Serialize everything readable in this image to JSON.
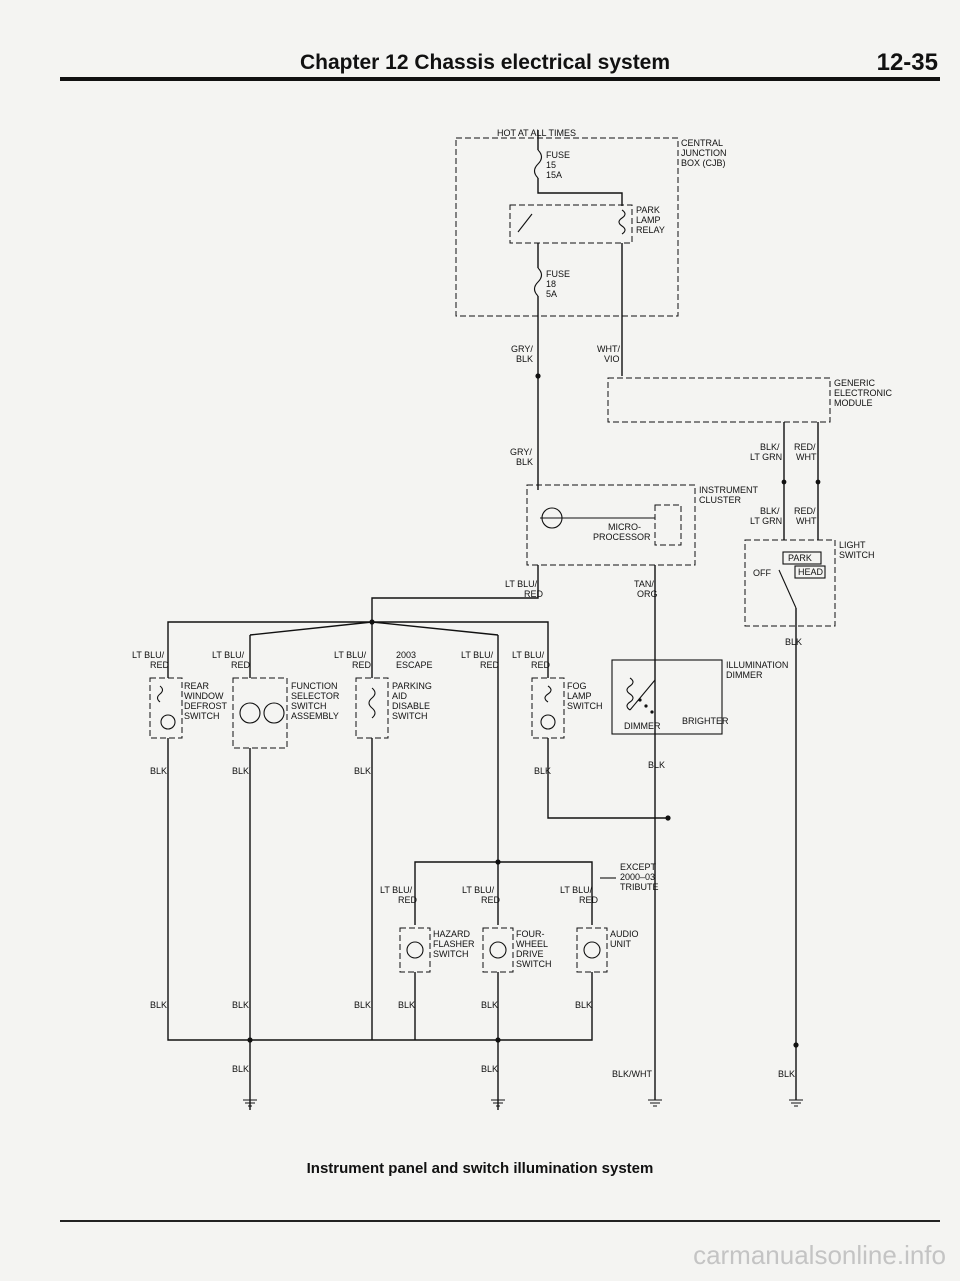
{
  "header": {
    "title": "Chapter 12  Chassis electrical system",
    "page": "12-35"
  },
  "caption": "Instrument panel and switch illumination system",
  "watermark": "carmanualsonline.info",
  "labels": {
    "hot_at_all_times": "HOT AT ALL TIMES",
    "cjb": [
      "CENTRAL",
      "JUNCTION",
      "BOX (CJB)"
    ],
    "fuse15": [
      "FUSE",
      "15",
      "15A"
    ],
    "park_relay": [
      "PARK",
      "LAMP",
      "RELAY"
    ],
    "fuse18": [
      "FUSE",
      "18",
      "5A"
    ],
    "gry_blk_1": [
      "GRY/",
      "BLK"
    ],
    "wht_vio": [
      "WHT/",
      "VIO"
    ],
    "gem": [
      "GENERIC",
      "ELECTRONIC",
      "MODULE"
    ],
    "gry_blk_2": [
      "GRY/",
      "BLK"
    ],
    "blk_ltgrn_1": [
      "BLK/",
      "LT GRN"
    ],
    "red_wht_1": [
      "RED/",
      "WHT"
    ],
    "instrument_cluster": [
      "INSTRUMENT",
      "CLUSTER"
    ],
    "micro": [
      "MICRO-",
      "PROCESSOR"
    ],
    "blk_ltgrn_2": [
      "BLK/",
      "LT GRN"
    ],
    "red_wht_2": [
      "RED/",
      "WHT"
    ],
    "light_switch": [
      "LIGHT",
      "SWITCH"
    ],
    "ls_park": "PARK",
    "ls_head": "HEAD",
    "ls_off": "OFF",
    "ls_blk": "BLK",
    "ltblu_red_ic": [
      "LT BLU/",
      "RED"
    ],
    "tan_org": [
      "TAN/",
      "ORG"
    ],
    "ltblu_red_1": [
      "LT BLU/",
      "RED"
    ],
    "ltblu_red_2": [
      "LT BLU/",
      "RED"
    ],
    "ltblu_red_3": [
      "LT BLU/",
      "RED"
    ],
    "escape": [
      "2003",
      "ESCAPE"
    ],
    "ltblu_red_4": [
      "LT BLU/",
      "RED"
    ],
    "ltblu_red_5": [
      "LT BLU/",
      "RED"
    ],
    "rear_window": [
      "REAR",
      "WINDOW",
      "DEFROST",
      "SWITCH"
    ],
    "function_selector": [
      "FUNCTION",
      "SELECTOR",
      "SWITCH",
      "ASSEMBLY"
    ],
    "parking_aid": [
      "PARKING",
      "AID",
      "DISABLE",
      "SWITCH"
    ],
    "fog_lamp": [
      "FOG",
      "LAMP",
      "SWITCH"
    ],
    "illum_dimmer": [
      "ILLUMINATION",
      "DIMMER"
    ],
    "dimmer": "DIMMER",
    "brighter": "BRIGHTER",
    "blk_row1": [
      "BLK",
      "BLK",
      "BLK",
      "BLK"
    ],
    "blk_dimmer": "BLK",
    "except": [
      "EXCEPT",
      "2000–03",
      "TRIBUTE"
    ],
    "ltblu_red_6": [
      "LT BLU/",
      "RED"
    ],
    "ltblu_red_7": [
      "LT BLU/",
      "RED"
    ],
    "ltblu_red_8": [
      "LT BLU/",
      "RED"
    ],
    "hazard": [
      "HAZARD",
      "FLASHER",
      "SWITCH"
    ],
    "four_wheel": [
      "FOUR-",
      "WHEEL",
      "DRIVE",
      "SWITCH"
    ],
    "audio": [
      "AUDIO",
      "UNIT"
    ],
    "blk_row2": [
      "BLK",
      "BLK",
      "BLK",
      "BLK",
      "BLK",
      "BLK"
    ],
    "blk_bottom": [
      "BLK",
      "BLK",
      "BLK/WHT",
      "BLK"
    ]
  }
}
